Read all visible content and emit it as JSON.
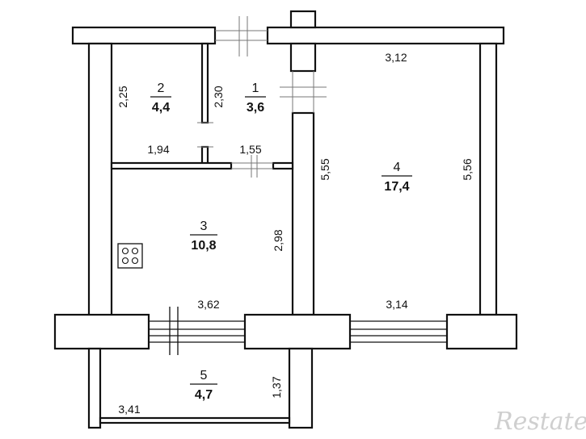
{
  "plan": {
    "rooms": [
      {
        "number": "1",
        "area": "3,6"
      },
      {
        "number": "2",
        "area": "4,4"
      },
      {
        "number": "3",
        "area": "10,8"
      },
      {
        "number": "4",
        "area": "17,4"
      },
      {
        "number": "5",
        "area": "4,7"
      }
    ],
    "dimensions": [
      "2,25",
      "2,30",
      "1,94",
      "1,55",
      "2,98",
      "3,62",
      "5,55",
      "3,12",
      "5,56",
      "3,14",
      "1,37",
      "3,41"
    ],
    "stove_icon": "stove-icon",
    "watermark": "Restate",
    "colors": {
      "wall": "#111111",
      "background": "#ffffff",
      "watermark": "#cfcfcf"
    }
  }
}
